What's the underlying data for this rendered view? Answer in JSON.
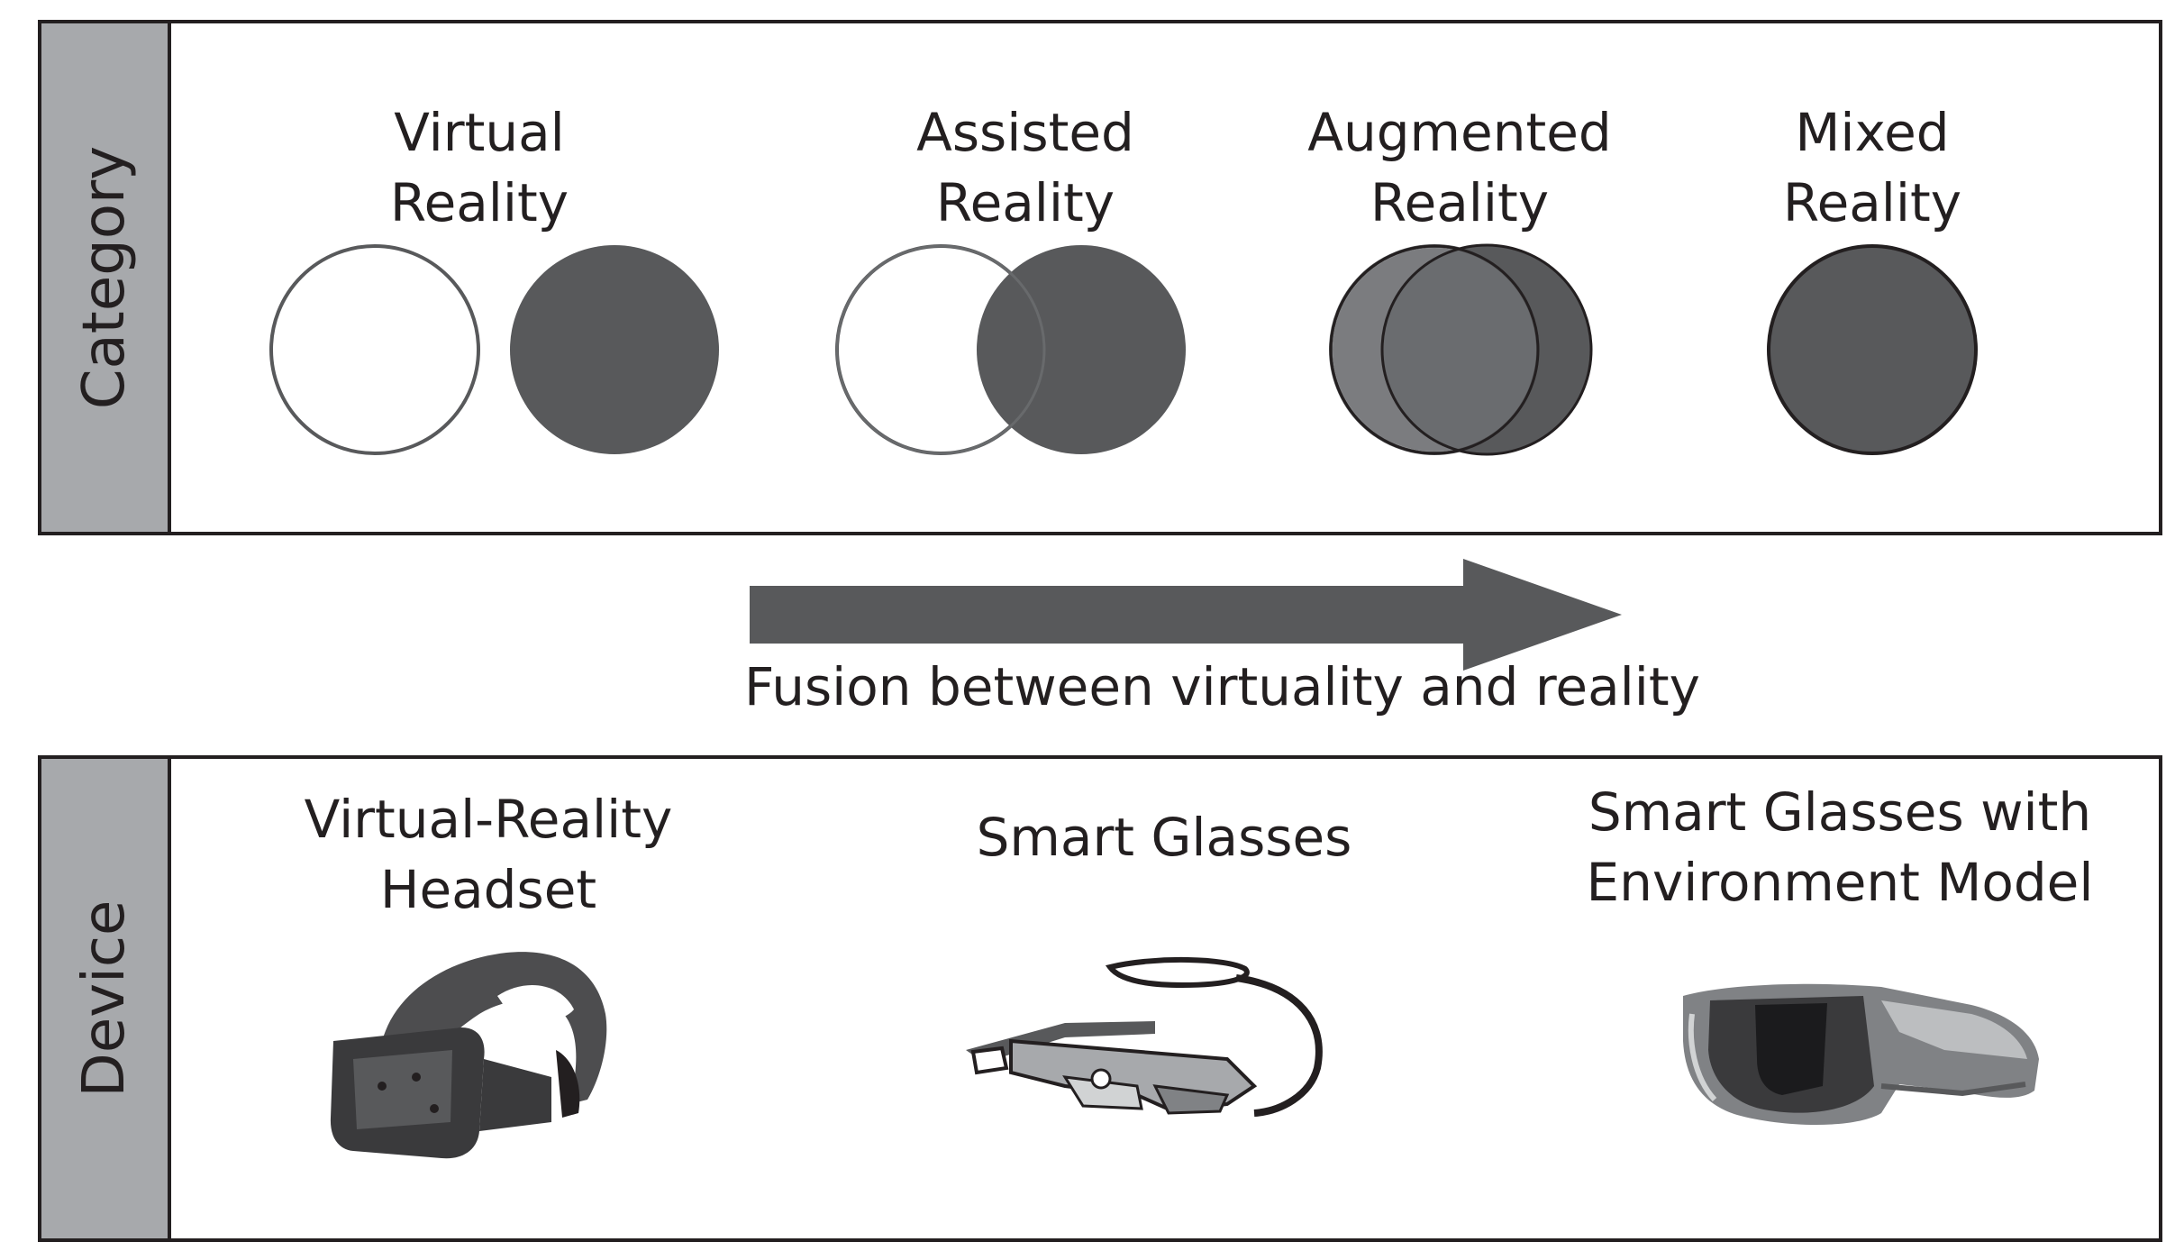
{
  "category_panel": {
    "label": "Category",
    "items": [
      {
        "line1": "Virtual",
        "line2": "Reality"
      },
      {
        "line1": "Assisted",
        "line2": "Reality"
      },
      {
        "line1": "Augmented",
        "line2": "Reality"
      },
      {
        "line1": "Mixed",
        "line2": "Reality"
      }
    ]
  },
  "arrow": {
    "caption": "Fusion between virtuality and reality"
  },
  "device_panel": {
    "label": "Device",
    "items": [
      {
        "line1": "Virtual-Reality",
        "line2": "Headset",
        "icon": "vr-headset-icon"
      },
      {
        "line1": "Smart Glasses",
        "line2": "",
        "icon": "smart-glasses-icon"
      },
      {
        "line1": "Smart Glasses with",
        "line2": "Environment Model",
        "icon": "mixed-reality-glasses-icon"
      }
    ]
  },
  "colors": {
    "dark_gray": "#58595b",
    "side_gray": "#a7a9ac",
    "outline": "#231f20"
  }
}
